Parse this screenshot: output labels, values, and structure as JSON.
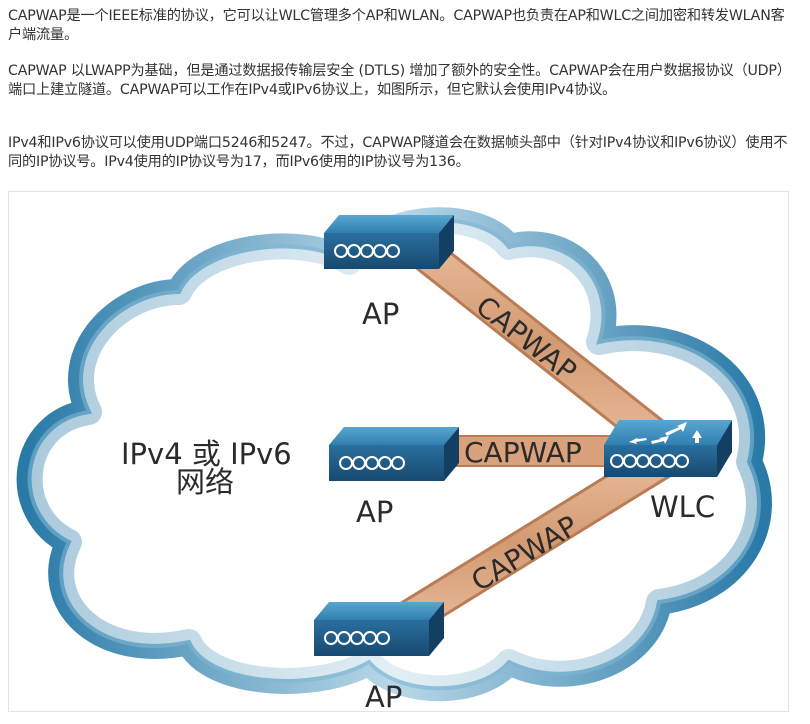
{
  "article": {
    "paragraphs": [
      "CAPWAP是一个IEEE标准的协议，它可以让WLC管理多个AP和WLAN。CAPWAP也负责在AP和WLC之间加密和转发WLAN客户端流量。",
      "CAPWAP 以LWAPP为基础，但是通过数据报传输层安全 (DTLS) 增加了额外的安全性。CAPWAP会在用户数据报协议（UDP）端口上建立隧道。CAPWAP可以工作在IPv4或IPv6协议上，如图所示，但它默认会使用IPv4协议。",
      "IPv4和IPv6协议可以使用UDP端口5246和5247。不过，CAPWAP隧道会在数据帧头部中（针对IPv4协议和IPv6协议）使用不同的IP协议号。IPv4使用的IP协议号为17，而IPv6使用的IP协议号为136。"
    ]
  },
  "diagram": {
    "network_label_line1": "IPv4 或 IPv6",
    "network_label_line2": "网络",
    "ap_top_label": "AP",
    "ap_middle_label": "AP",
    "ap_bottom_label": "AP",
    "wlc_label": "WLC",
    "tunnel_top_label": "CAPWAP",
    "tunnel_middle_label": "CAPWAP",
    "tunnel_bottom_label": "CAPWAP",
    "colors": {
      "cloud_outline": "#2a7aa8",
      "cloud_light": "#a8cde0",
      "tunnel": "#d9a27c",
      "device_top": "#3d8fbd",
      "device_front": "#1f5f8e"
    }
  }
}
